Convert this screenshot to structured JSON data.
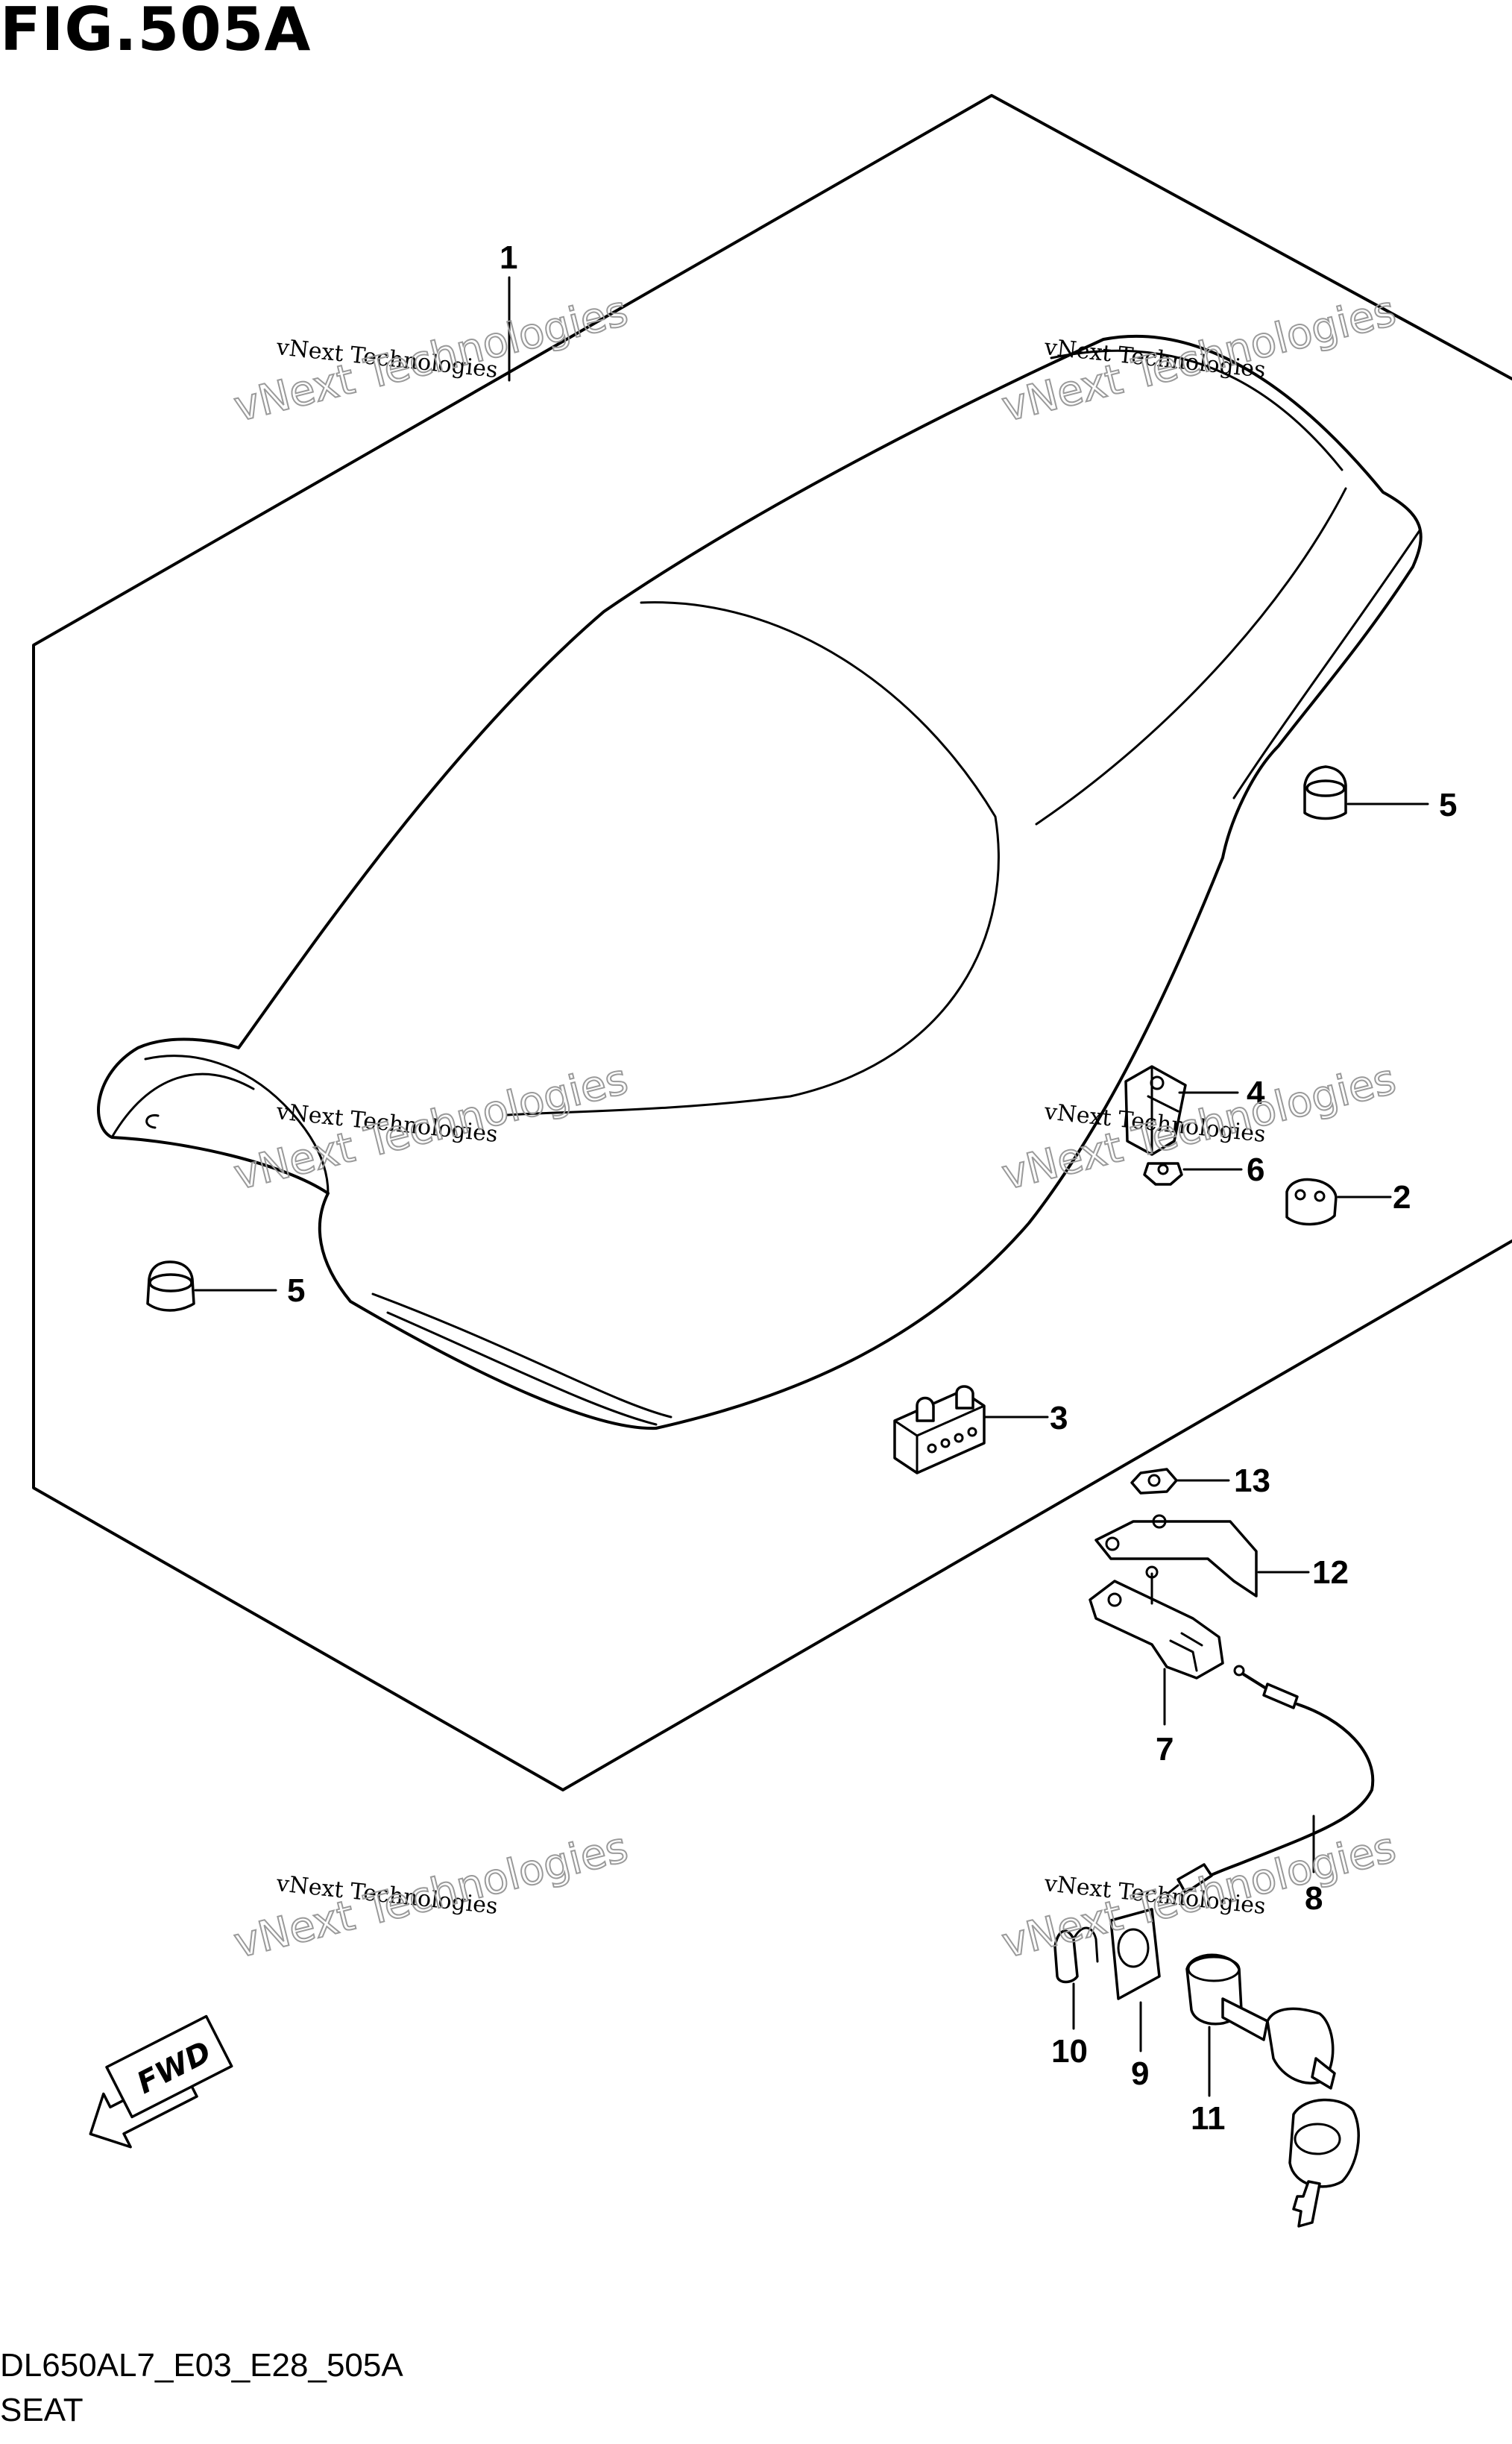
{
  "figure": {
    "title": "FIG.505A",
    "code": "DL650AL7_E03_E28_505A",
    "caption": "SEAT"
  },
  "fwd_label": "FWD",
  "watermark": {
    "small": "vNext Technologies",
    "large": "vNext Technologies"
  },
  "callouts": {
    "p1": "1",
    "p2": "2",
    "p3": "3",
    "p4": "4",
    "p5a": "5",
    "p5b": "5",
    "p6": "6",
    "p7": "7",
    "p8": "8",
    "p9": "9",
    "p10": "10",
    "p11": "11",
    "p12": "12",
    "p13": "13"
  }
}
